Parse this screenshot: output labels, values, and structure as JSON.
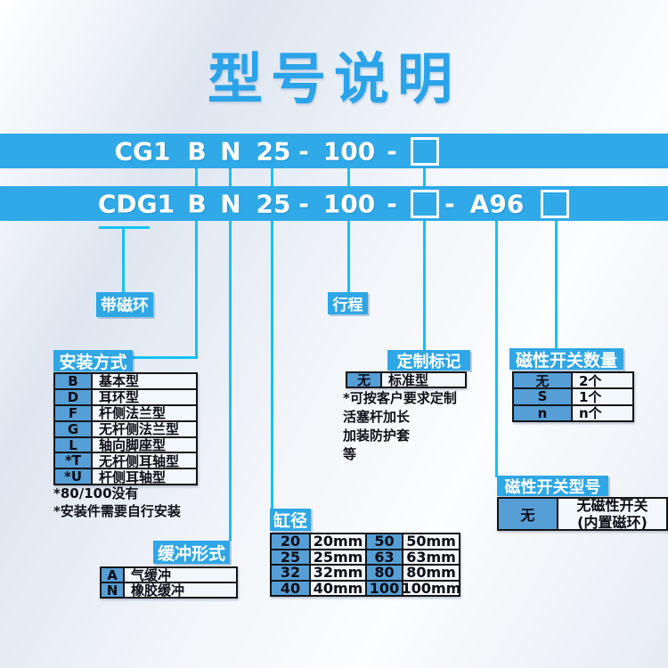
{
  "title": "型号说明",
  "banners": [
    {
      "name": "CG1 series code",
      "segments": [
        "CG1",
        "B",
        "N",
        "25",
        "-",
        "100",
        "-",
        "□"
      ]
    },
    {
      "name": "CDG1 series code",
      "segments": [
        "CDG1",
        "B",
        "N",
        "25",
        "-",
        "100",
        "-",
        "□",
        "-",
        "A96",
        "□"
      ]
    }
  ],
  "magnetic_ring_label": "带磁环",
  "stroke_label": "行程",
  "mounting": {
    "header": "安装方式",
    "rows": [
      [
        "B",
        "基本型"
      ],
      [
        "D",
        "耳环型"
      ],
      [
        "F",
        "杆侧法兰型"
      ],
      [
        "G",
        "无杆侧法兰型"
      ],
      [
        "L",
        "轴向脚座型"
      ],
      [
        "*T",
        "无杆侧耳轴型"
      ],
      [
        "*U",
        "杆侧耳轴型"
      ]
    ],
    "notes": "*80/100没有\n*安装件需要自行安装"
  },
  "custom_mark": {
    "header": "定制标记",
    "rows": [
      [
        "无",
        "标准型"
      ]
    ],
    "notes": "*可按客户要求定制\n活塞杆加长\n加装防护套\n等"
  },
  "switch_qty": {
    "header": "磁性开关数量",
    "rows": [
      [
        "无",
        "2个"
      ],
      [
        "S",
        "1个"
      ],
      [
        "n",
        "n个"
      ]
    ]
  },
  "switch_model": {
    "header": "磁性开关型号",
    "rows": [
      [
        "无",
        [
          "无磁性开关",
          "(内置磁环)"
        ]
      ]
    ]
  },
  "bore": {
    "header": "缸径",
    "rows": [
      [
        "20",
        "20mm",
        "50",
        "50mm"
      ],
      [
        "25",
        "25mm",
        "63",
        "63mm"
      ],
      [
        "32",
        "32mm",
        "80",
        "80mm"
      ],
      [
        "40",
        "40mm",
        "100",
        "100mm"
      ]
    ]
  },
  "cushion": {
    "header": "缓冲形式",
    "rows": [
      [
        "A",
        "气缓冲"
      ],
      [
        "N",
        "橡胶缓冲"
      ]
    ]
  },
  "colors": {
    "banner_blue": "#2fa9e8",
    "header_blue": "#2fa6e6",
    "code_cell_blue": "#569fd6",
    "desc_cell": "#f2f7fb",
    "line_cyan": "#14c2f4",
    "title_blue": "#2ba3e8"
  }
}
